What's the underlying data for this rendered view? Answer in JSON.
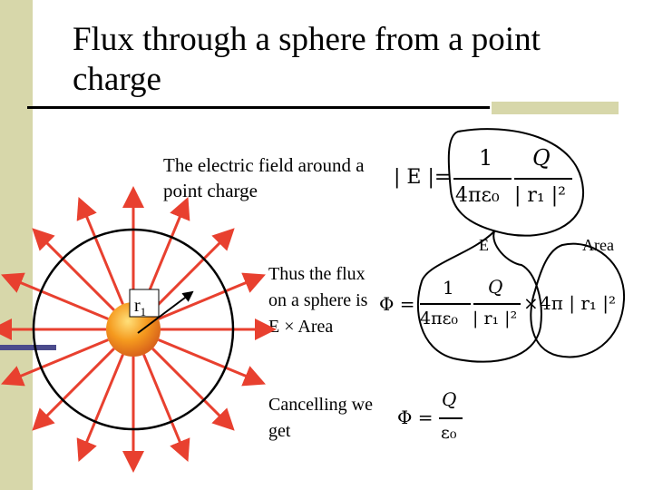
{
  "title": "Flux through a sphere from a point charge",
  "caption_field": "The electric field around a point charge",
  "caption_flux": "Thus the flux on a sphere is E × Area",
  "caption_cancel": "Cancelling we get",
  "label_e": "E",
  "label_area": "Area",
  "radius_label": "r",
  "radius_subscript": "1",
  "colors": {
    "sidebar": "#d7d7aa",
    "accent_rule": "#4b4b8c",
    "arrow": "#e8402f",
    "charge": "#f59a1e"
  },
  "eq1": {
    "lhs": "| E |=",
    "num1": "1",
    "den1": "4πε₀",
    "num2": "Q",
    "den2": "| r₁ |²"
  },
  "eq2": {
    "lhs": "Φ =",
    "num1": "1",
    "den1": "4πε₀",
    "num2": "Q",
    "den2": "| r₁ |²",
    "times": "×",
    "rhs": "4π | r₁ |²"
  },
  "eq3": {
    "lhs": "Φ =",
    "num": "Q",
    "den": "ε₀"
  }
}
